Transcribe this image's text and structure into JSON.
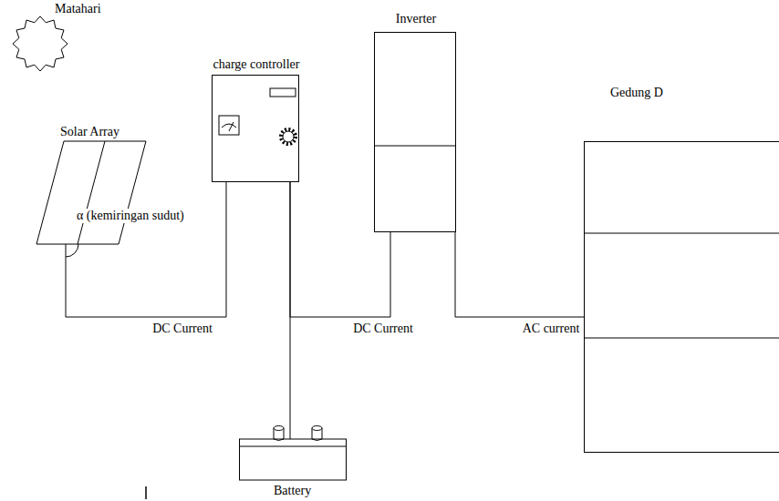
{
  "diagram": {
    "nodes": [
      {
        "text": [
          "Matahari"
        ]
      },
      {
        "text": [
          "Solar Array"
        ]
      },
      {
        "text": [
          "charge controller"
        ]
      },
      {
        "text": [
          "Inverter"
        ]
      },
      {
        "text": [
          "Gedung D"
        ]
      },
      {
        "text": [
          "Battery"
        ]
      }
    ],
    "edges": [
      {
        "from": 1,
        "to": 2,
        "arrow": "none",
        "label": "DC Current"
      },
      {
        "from": 2,
        "to": 5,
        "arrow": "none"
      },
      {
        "from": 2,
        "to": 3,
        "arrow": "none",
        "label": "DC Current"
      },
      {
        "from": 3,
        "to": 4,
        "arrow": "none",
        "label": "AC current"
      }
    ],
    "labels": [
      "α (kemiringan sudut)"
    ]
  }
}
